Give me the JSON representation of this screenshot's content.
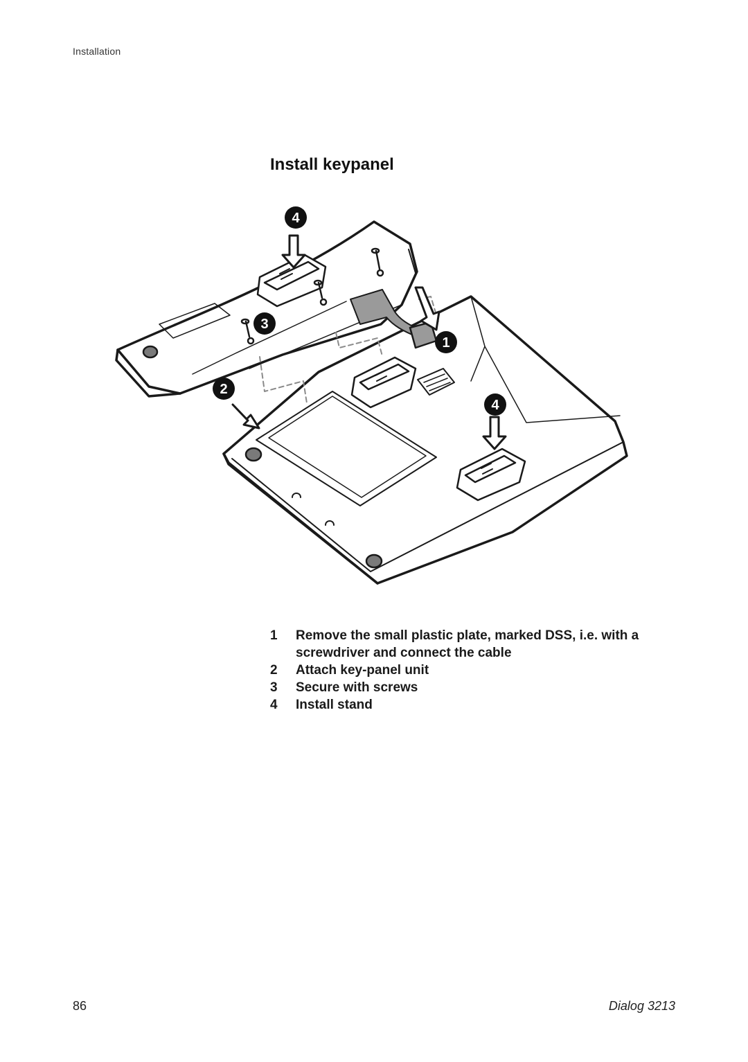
{
  "header": {
    "section": "Installation"
  },
  "title": "Install keypanel",
  "figure": {
    "callouts": [
      "4",
      "3",
      "1",
      "2",
      "4"
    ],
    "colors": {
      "line": "#1a1a1a",
      "cable": "#9a9a9a",
      "callout_fill": "#111111",
      "feet": "#7a7a7a"
    }
  },
  "steps": [
    {
      "number": "1",
      "text": "Remove the small plastic plate, marked DSS, i.e. with a screwdriver and connect the cable"
    },
    {
      "number": "2",
      "text": "Attach key-panel unit"
    },
    {
      "number": "3",
      "text": "Secure with screws"
    },
    {
      "number": "4",
      "text": "Install stand"
    }
  ],
  "footer": {
    "page_number": "86",
    "document_name": "Dialog 3213"
  }
}
